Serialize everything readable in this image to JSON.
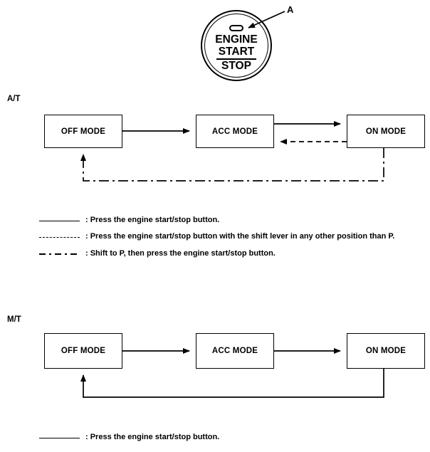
{
  "illustration": {
    "callout_label": "A",
    "button": {
      "line1": "ENGINE",
      "line2": "START",
      "line3": "STOP"
    }
  },
  "sections": [
    {
      "id": "at",
      "label": "A/T",
      "boxes": [
        {
          "id": "off",
          "label": "OFF MODE"
        },
        {
          "id": "acc",
          "label": "ACC MODE"
        },
        {
          "id": "on",
          "label": "ON MODE"
        }
      ],
      "legend": [
        {
          "style": "solid",
          "text": ": Press the engine start/stop button."
        },
        {
          "style": "dashed",
          "text": ": Press the engine start/stop button with the shift lever in any other position than P."
        },
        {
          "style": "dashdot",
          "text": ": Shift to P, then press the engine start/stop button."
        }
      ]
    },
    {
      "id": "mt",
      "label": "M/T",
      "boxes": [
        {
          "id": "off",
          "label": "OFF MODE"
        },
        {
          "id": "acc",
          "label": "ACC MODE"
        },
        {
          "id": "on",
          "label": "ON MODE"
        }
      ],
      "legend": [
        {
          "style": "solid",
          "text": ": Press the engine start/stop button."
        }
      ]
    }
  ],
  "colors": {
    "ink": "#000000",
    "paper": "#ffffff"
  }
}
